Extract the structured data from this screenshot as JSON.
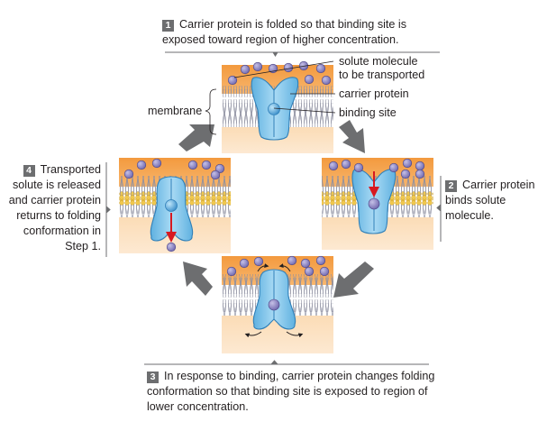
{
  "steps": [
    {
      "number": "1",
      "text": "Carrier protein is folded so that binding site is exposed toward region of higher concentration."
    },
    {
      "number": "2",
      "text": "Carrier protein binds solute molecule."
    },
    {
      "number": "3",
      "text": "In response to binding, carrier protein changes folding conformation so that binding site is exposed to region of lower concentration."
    },
    {
      "number": "4",
      "text": "Transported solute is released and carrier protein returns to folding conformation in Step 1."
    }
  ],
  "labels": {
    "solute": "solute molecule to be transported",
    "solute_line1": "solute molecule",
    "solute_line2": "to be transported",
    "carrier": "carrier protein",
    "binding": "binding site",
    "membrane": "membrane"
  },
  "colors": {
    "upper_region": "#f3a550",
    "lower_region": "#fbd9b1",
    "protein": "#7cc3ea",
    "solute": "#8e86c4",
    "transport_arrow": "#d71920",
    "cycle_arrow": "#6d6e70",
    "lipid_head": "#e8c04a"
  }
}
